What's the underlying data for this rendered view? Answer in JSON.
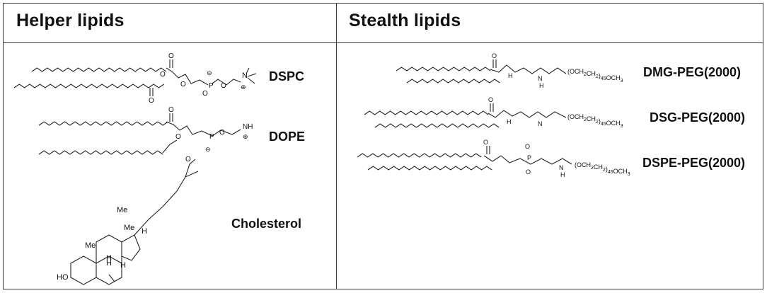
{
  "headers": {
    "left": "Helper lipids",
    "right": "Stealth lipids"
  },
  "helper_lipids": [
    {
      "name": "DSPC"
    },
    {
      "name": "DOPE"
    },
    {
      "name": "Cholesterol"
    }
  ],
  "stealth_lipids": [
    {
      "name": "DMG-PEG(2000)"
    },
    {
      "name": "DSG-PEG(2000)"
    },
    {
      "name": "DSPE-PEG(2000)"
    }
  ],
  "peg_tail": {
    "prefix": "(OCH",
    "sub1": "2",
    "mid": "CH",
    "sub2": "2",
    "sub3": "45",
    "suffix": "OCH",
    "sub4": "3"
  },
  "colors": {
    "line": "#222222",
    "border": "#3a3a3a"
  }
}
